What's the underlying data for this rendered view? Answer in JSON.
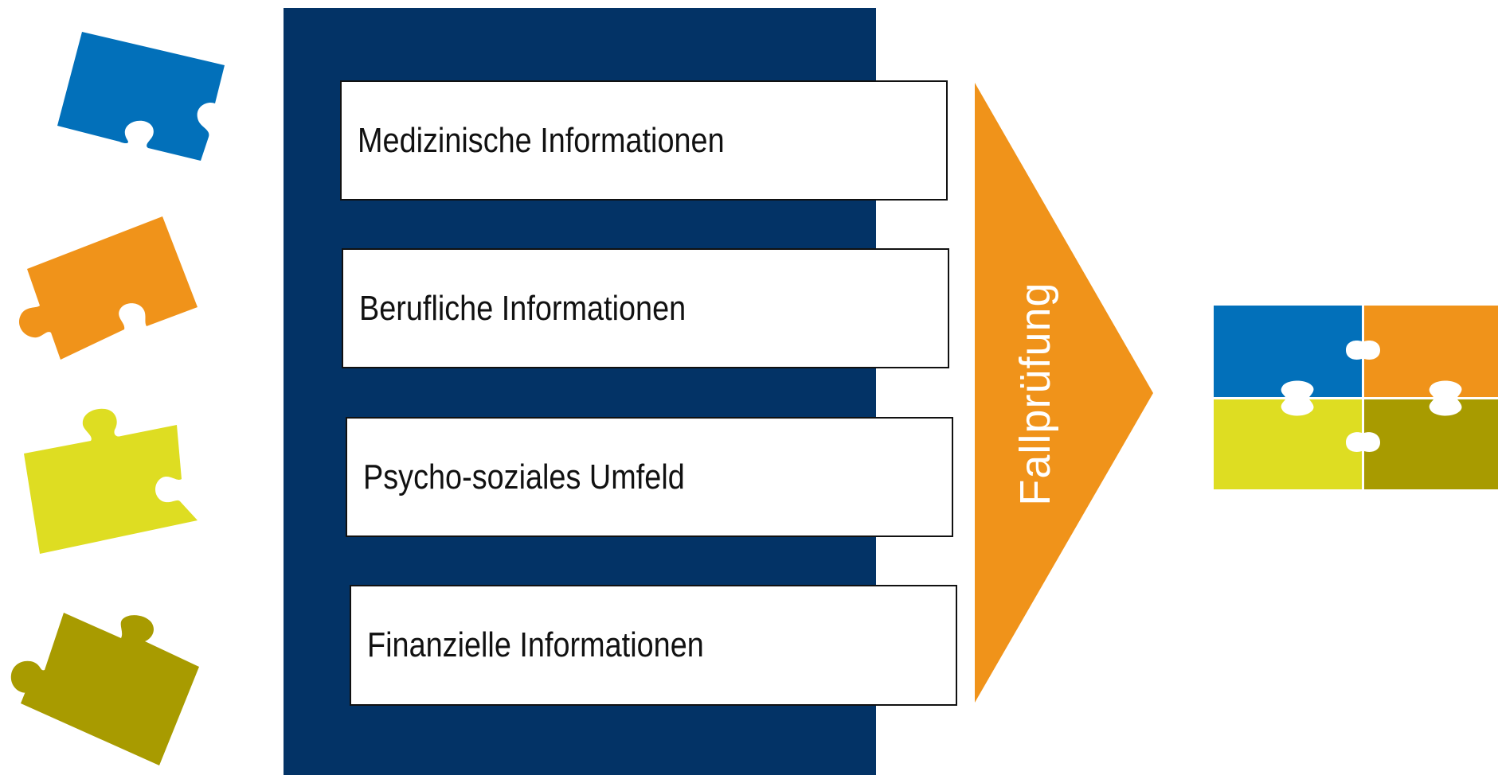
{
  "diagram": {
    "boxes": [
      {
        "label": "Medizinische Informationen"
      },
      {
        "label": "Berufliche Informationen"
      },
      {
        "label": "Psycho-soziales Umfeld"
      },
      {
        "label": "Finanzielle Informationen"
      }
    ],
    "arrow_label": "Fallprüfung"
  },
  "colors": {
    "navy": "#033366",
    "orange": "#F0931A",
    "blue": "#0270BA",
    "lime": "#DEDD22",
    "olive": "#A89B00"
  },
  "icons": {
    "loose_pieces": [
      "puzzle-piece-blue-icon",
      "puzzle-piece-orange-icon",
      "puzzle-piece-lime-icon",
      "puzzle-piece-olive-icon"
    ],
    "assembled": "assembled-puzzle-icon"
  }
}
